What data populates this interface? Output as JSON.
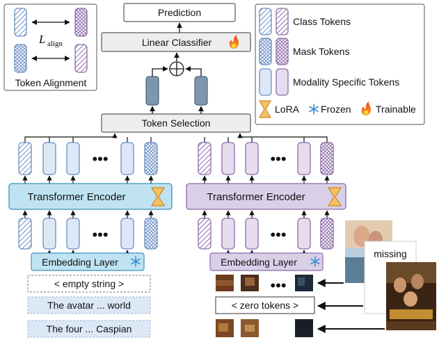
{
  "top": {
    "prediction": "Prediction",
    "classifier": "Linear Classifier",
    "token_selection": "Token Selection"
  },
  "branches": {
    "left": {
      "encoder": "Transformer Encoder",
      "embedding": "Embedding Layer",
      "inputs": [
        "< empty string >",
        "The avatar ... world",
        "The four ... Caspian"
      ]
    },
    "right": {
      "encoder": "Transformer Encoder",
      "embedding": "Embedding Layer",
      "zero_tokens": "< zero tokens >",
      "missing": "missing"
    }
  },
  "alignment_box": {
    "symbol": "L",
    "subscript": "align",
    "caption": "Token Alignment"
  },
  "legend": {
    "class_tokens": "Class Tokens",
    "mask_tokens": "Mask Tokens",
    "modality_tokens": "Modality Specific Tokens",
    "lora": "LoRA",
    "frozen": "Frozen",
    "trainable": "Trainable"
  },
  "ellipsis": "•••",
  "colors": {
    "blue_fill": "#dde8f7",
    "blue_stroke": "#6b8fc4",
    "purple_fill": "#e6dcee",
    "purple_stroke": "#8d6aa8",
    "encoder_left": "#bfe3f3",
    "encoder_right": "#d9d0e8",
    "lora": "#f6c163",
    "frozen": "#3a8fd6",
    "flame": "#ef6c1f"
  }
}
